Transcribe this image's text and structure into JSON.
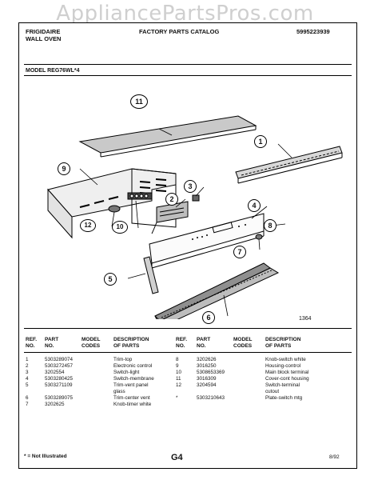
{
  "watermark": "AppliancePartsPros.com",
  "header": {
    "brand": "FRIGIDAIRE",
    "product": "WALL OVEN",
    "catalog_title": "FACTORY PARTS CATALOG",
    "catalog_number": "5995223939",
    "model": "MODEL REG76WL*4"
  },
  "diagram": {
    "drawing_number": "1364",
    "callouts": [
      "1",
      "2",
      "3",
      "4",
      "5",
      "6",
      "7",
      "8",
      "9",
      "10",
      "11",
      "12"
    ]
  },
  "table": {
    "left_headers": {
      "ref": "REF.",
      "ref2": "NO.",
      "part": "PART",
      "part2": "NO.",
      "model": "MODEL",
      "model2": "CODES",
      "desc": "DESCRIPTION",
      "desc2": "OF PARTS"
    },
    "right_headers": {
      "ref": "REF.",
      "ref2": "NO.",
      "part": "PART",
      "part2": "NO.",
      "model": "MODEL",
      "model2": "CODES",
      "desc": "DESCRIPTION",
      "desc2": "OF PARTS"
    },
    "left_rows": [
      {
        "ref": "1",
        "part": "5303289074",
        "desc": "Trim-top"
      },
      {
        "ref": "2",
        "part": "5303272457",
        "desc": "Electronic control"
      },
      {
        "ref": "3",
        "part": "3202554",
        "desc": "Switch-light"
      },
      {
        "ref": "4",
        "part": "5303280425",
        "desc": "Switch-membrane"
      },
      {
        "ref": "5",
        "part": "5303271109",
        "desc": "Trim-vent panel"
      },
      {
        "ref": "",
        "part": "",
        "desc": "glass"
      },
      {
        "ref": "6",
        "part": "5303289075",
        "desc": "Trim-center vent"
      },
      {
        "ref": "7",
        "part": "3202625",
        "desc": "Knob-timer white"
      }
    ],
    "right_rows": [
      {
        "ref": "8",
        "part": "3202626",
        "desc": "Knob-switch white"
      },
      {
        "ref": "9",
        "part": "3016250",
        "desc": "Housing-control"
      },
      {
        "ref": "10",
        "part": "5308653369",
        "desc": "Main block terminal"
      },
      {
        "ref": "11",
        "part": "3016309",
        "desc": "Cover-cont housing"
      },
      {
        "ref": "12",
        "part": "3204594",
        "desc": "Switch-terminal"
      },
      {
        "ref": "",
        "part": "",
        "desc": "cutout"
      },
      {
        "ref": "*",
        "part": "5303210643",
        "desc": "Plate-switch mtg"
      }
    ]
  },
  "footer": {
    "note": "* = Not Illustrated",
    "page": "G4",
    "date": "8/92"
  }
}
